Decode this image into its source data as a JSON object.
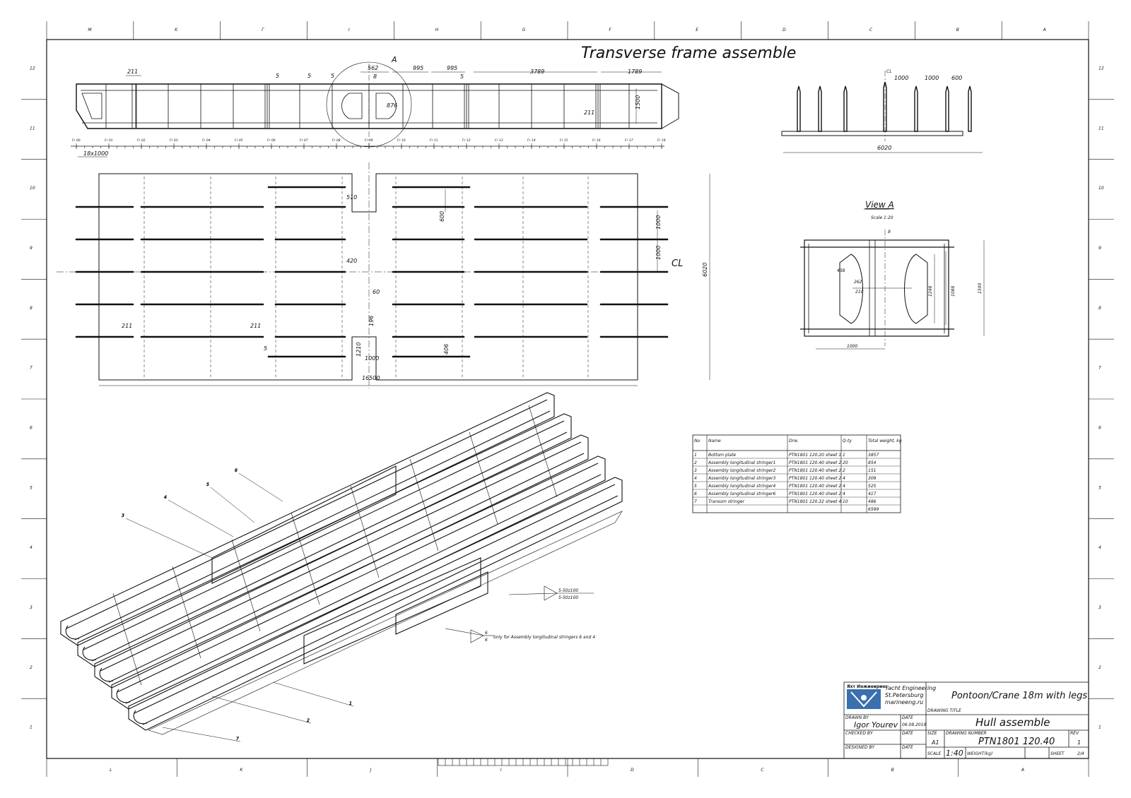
{
  "drawing": {
    "title": "Transverse frame assemble",
    "view_a_title": "View A",
    "view_a_scale": "Scale 1:20",
    "detail_letter": "A",
    "cl_label": "CL",
    "weld_note_1": "5-50z100",
    "weld_note_2": "5-50z100",
    "weld_note_3": "only for Assembly longitudinal stringers 6 and 4",
    "weld_val_a": "6",
    "weld_val_b": "6",
    "frame_count": "18x1000"
  },
  "border": {
    "top": [
      "M",
      "K",
      "Г",
      "I",
      "H",
      "G",
      "F",
      "E",
      "D",
      "C",
      "B",
      "A"
    ],
    "bottom": [
      "L",
      "K",
      "J",
      "I",
      "D",
      "C",
      "B",
      "A"
    ],
    "right": [
      "12",
      "11",
      "10",
      "9",
      "8",
      "7",
      "6",
      "5",
      "4",
      "3",
      "2",
      "1"
    ],
    "left": [
      "12",
      "11",
      "10",
      "9",
      "8",
      "7",
      "6",
      "5",
      "4",
      "3",
      "2",
      "1"
    ]
  },
  "frames": [
    "Fr 00",
    "Fr 01",
    "Fr 02",
    "Fr 03",
    "Fr 04",
    "Fr 05",
    "Fr 06",
    "Fr 07",
    "Fr 08",
    "Fr 09",
    "Fr 10",
    "Fr 11",
    "Fr 12",
    "Fr 13",
    "Fr 14",
    "Fr 15",
    "Fr 16",
    "Fr 17",
    "Fr 18"
  ],
  "dims_top": {
    "d211": "211",
    "d5a": "5",
    "d5b": "5",
    "d5c": "5",
    "d562": "562",
    "d8": "8",
    "d995a": "995",
    "d995b": "995",
    "d5d": "5",
    "d3789": "3789",
    "d1789": "1789",
    "d876": "876",
    "d211b": "211",
    "d1500": "1500"
  },
  "dims_section": {
    "d1000a": "1000",
    "d1000b": "1000",
    "d600": "600",
    "d6020": "6020"
  },
  "dims_plan": {
    "d510": "510",
    "d600": "600",
    "d1000a": "1000",
    "d1000b": "1000",
    "d420": "420",
    "d60": "60",
    "d196": "196",
    "d211a": "211",
    "d211b": "211",
    "d5": "5",
    "d1210": "1210",
    "d1000c": "1000",
    "d406": "406",
    "d6020": "6020",
    "d16500": "16500"
  },
  "dims_view_a": {
    "d8": "8",
    "d438": "438",
    "d262": "262",
    "d210": "210",
    "d1248": "1248",
    "d1088": "1088",
    "d1500": "1500",
    "d1000": "1000"
  },
  "callouts": [
    "1",
    "2",
    "3",
    "4",
    "5",
    "6",
    "7"
  ],
  "bom": {
    "headers": [
      "No",
      "Name",
      "Drw.",
      "Q-ty",
      "Total weight, kg"
    ],
    "rows": [
      [
        "1",
        "Bottom plate",
        "PTN1801 120.20 sheet 1",
        "1",
        "3857"
      ],
      [
        "2",
        "Assembly longitudinal stringer1",
        "PTN1801 120.40 sheet 2",
        "20",
        "854"
      ],
      [
        "3",
        "Assembly longitudinal stringer2",
        "PTN1801 120.40 sheet 2",
        "2",
        "151"
      ],
      [
        "4",
        "Assembly longitudinal stringer3",
        "PTN1801 120.40 sheet 2",
        "4",
        "309"
      ],
      [
        "5",
        "Assembly longitudinal stringer4",
        "PTN1801 120.40 sheet 2",
        "4",
        "525"
      ],
      [
        "6",
        "Assembly longitudinal stringer6",
        "PTN1801 120.40 sheet 2",
        "4",
        "417"
      ],
      [
        "7",
        "Transom stringer",
        "PTN1801 120.32 sheet 4",
        "10",
        "486"
      ],
      [
        "",
        "",
        "",
        "",
        "6599"
      ]
    ]
  },
  "title_block": {
    "company_logo_text": "Яхт Инжиниринг",
    "company_line1": "Yacht Engineering",
    "company_line2": "St.Petersburg",
    "company_line3": "marineeng.ru",
    "project": "Pontoon/Crane 18m with legs",
    "drawing_title_label": "DRAWING TITLE",
    "drawing_title": "Hull assemble",
    "drawn_by_label": "DRAWN BY",
    "drawn_by": "Igor Yourev",
    "date_label": "DATE",
    "date": "06.08.2019",
    "checked_by_label": "CHECKED BY",
    "designed_by_label": "DESIGNED BY",
    "size_label": "SIZE",
    "size": "A1",
    "drawing_number_label": "DRAWING NUMBER",
    "drawing_number": "PTN1801 120.40",
    "rev_label": "REV",
    "rev": "1",
    "scale_label": "SCALE",
    "scale": "1:40",
    "weight_label": "WEIGHT(kg)",
    "sheet_label": "SHEET",
    "sheet": "2/4"
  }
}
